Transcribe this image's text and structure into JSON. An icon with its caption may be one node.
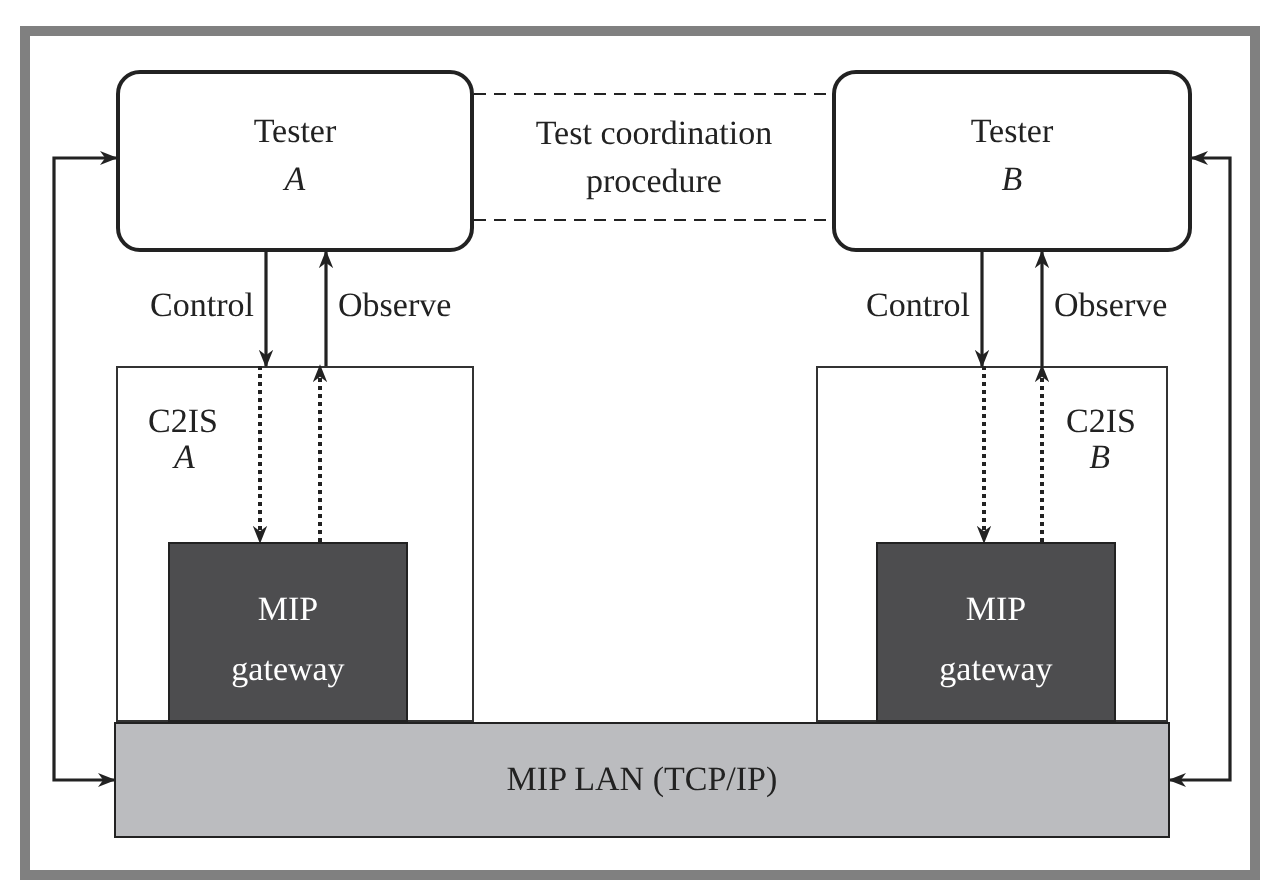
{
  "diagram": {
    "nodes": [
      {
        "text": [
          "Tester",
          "A"
        ]
      },
      {
        "text": [
          "Tester",
          "B"
        ]
      },
      {
        "text": [
          "C2IS",
          "A"
        ]
      },
      {
        "text": [
          "MIP gateway"
        ],
        "in": 2
      },
      {
        "text": [
          "C2IS",
          "B"
        ]
      },
      {
        "text": [
          "MIP gateway"
        ],
        "in": 4
      },
      {
        "text": [
          "MIP LAN (TCP/IP)"
        ]
      }
    ],
    "edges": [
      {
        "from": 0,
        "to": 1,
        "arrow": "none",
        "style": "dashed"
      },
      {
        "from": 0,
        "to": 1,
        "arrow": "none",
        "style": "dashed"
      },
      {
        "from": 0,
        "to": 2,
        "arrow": "to",
        "label": "Control"
      },
      {
        "from": 2,
        "to": 3,
        "arrow": "to",
        "style": "dashed"
      },
      {
        "from": 3,
        "to": 2,
        "arrow": "to",
        "style": "dashed"
      },
      {
        "from": 2,
        "to": 0,
        "arrow": "to",
        "label": "Observe"
      },
      {
        "from": 1,
        "to": 4,
        "arrow": "to",
        "label": "Control"
      },
      {
        "from": 4,
        "to": 5,
        "arrow": "to",
        "style": "dashed"
      },
      {
        "from": 5,
        "to": 4,
        "arrow": "to",
        "style": "dashed"
      },
      {
        "from": 4,
        "to": 1,
        "arrow": "to",
        "label": "Observe"
      },
      {
        "from": 6,
        "to": 0,
        "arrow": "both"
      },
      {
        "from": 6,
        "to": 1,
        "arrow": "both"
      }
    ],
    "labels": [
      "Test coordination procedure"
    ]
  }
}
